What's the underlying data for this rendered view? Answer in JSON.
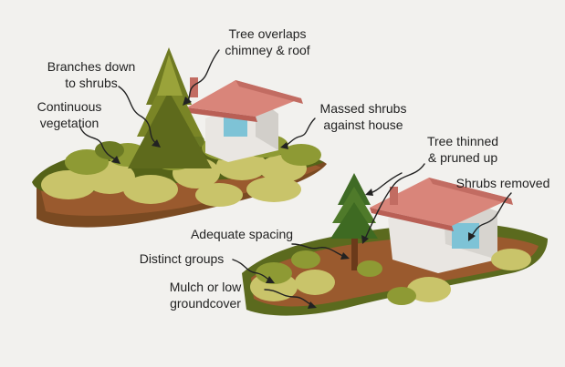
{
  "labels": {
    "tree_overlaps": {
      "line1": "Tree overlaps",
      "line2": "chimney & roof"
    },
    "branches_down": {
      "line1": "Branches down",
      "line2": "to shrubs"
    },
    "continuous_vegetation": {
      "line1": "Continuous",
      "line2": "vegetation"
    },
    "massed_shrubs": {
      "line1": "Massed shrubs",
      "line2": "against house"
    },
    "tree_thinned": {
      "line1": "Tree thinned",
      "line2": "& pruned up"
    },
    "shrubs_removed": {
      "text": "Shrubs removed"
    },
    "adequate_spacing": {
      "text": "Adequate spacing"
    },
    "distinct_groups": {
      "text": "Distinct groups"
    },
    "mulch_groundcover": {
      "line1": "Mulch or low",
      "line2": "groundcover"
    }
  },
  "colors": {
    "background": "#f2f1ee",
    "soil": "#9a5a2e",
    "grass_dark": "#5b6a1e",
    "shrub_light": "#c9c46a",
    "shrub_mid": "#8e9a34",
    "tree": "#4f7a2a",
    "roof": "#d9857a",
    "wall": "#e9e6e2",
    "window": "#7ec3d6",
    "text": "#222222"
  }
}
